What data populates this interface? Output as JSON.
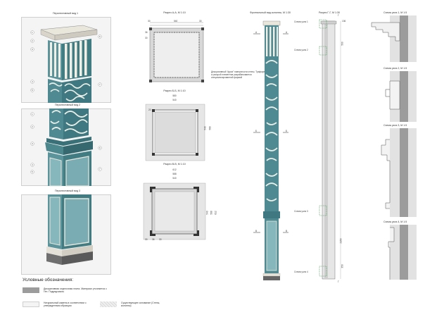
{
  "persp_views": [
    {
      "title": "Перспективный вид 1"
    },
    {
      "title": "Перспективный вид 2"
    },
    {
      "title": "Перспективный вид 3"
    }
  ],
  "callouts_view1": [
    "1",
    "2",
    "3",
    "4",
    "5",
    "6",
    "7",
    "8"
  ],
  "section_aa": {
    "title": "Разрез А-А, М 1:10",
    "dims_top": [
      "30",
      "540",
      "30"
    ],
    "dims_side": [
      "36",
      "30"
    ],
    "note": "Декоративный \"фриз\" поверхности стены. Трафарет и раскрой элементов разрабатывается специализированной фирмой"
  },
  "section_bb": {
    "title": "Разрез Б-Б, М 1:10",
    "dims_top": [
      "580",
      "540"
    ],
    "dims_side": [
      "580",
      "540",
      "20"
    ]
  },
  "section_vv": {
    "title": "Разрез В-В, М 1:10",
    "dims_top": [
      "612",
      "588",
      "540"
    ],
    "dims_side": [
      "540",
      "588",
      "612"
    ],
    "dims_bottom": [
      "30",
      "36",
      "30"
    ]
  },
  "column_front": {
    "title": "Фронтальный вид колонны, М 1:30",
    "sec_labels": [
      "А",
      "А",
      "Б",
      "Б",
      "В",
      "В"
    ]
  },
  "side_view": {
    "title": "Разрез Г-Г, М 1:30",
    "nodes": [
      "Схема узла 1",
      "Схема узла 2",
      "Схема узла 3",
      "Схема узла 4"
    ],
    "dims": [
      "136",
      "500",
      "2150",
      "350"
    ],
    "sec_labels": [
      "Г",
      "Г"
    ]
  },
  "node_details": [
    {
      "title": "Схема узла 1, М 1:5"
    },
    {
      "title": "Схема узла 2, М 1:5"
    },
    {
      "title": "Схема узла 3, М 1:5"
    },
    {
      "title": "Схема узла 4, М 1:5"
    }
  ],
  "legend": {
    "title": "Условные обозначения:",
    "items": [
      {
        "text": "Декоративная отделочная плита. Материал уточняется с Ген. Подрядчиком."
      },
      {
        "text": "Натуральный камень в соответствии с утвержденным образцом"
      },
      {
        "text": "Существующее основание (Стены, колонны)"
      }
    ]
  },
  "colors": {
    "teal": "#4f8a92",
    "teal_light": "#7fb0b6",
    "teal_dark": "#2e5f66",
    "cream": "#eeeadf",
    "gray": "#9c9c9c"
  }
}
